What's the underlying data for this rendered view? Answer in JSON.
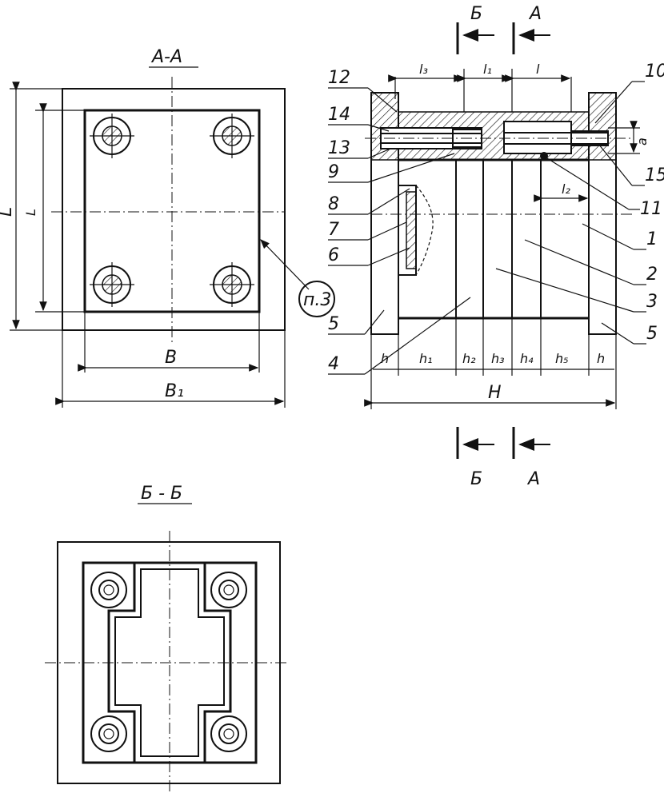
{
  "views": {
    "section_aa": {
      "title": "А-А",
      "dim_width_inner": "B",
      "dim_width_outer": "B₁",
      "dim_height_outer": "L",
      "dim_height_inner": "L",
      "note": "п.3"
    },
    "section_bb": {
      "title": "Б - Б"
    },
    "front": {
      "cut_top_left": "Б",
      "cut_top_right": "А",
      "cut_bottom_left": "Б",
      "cut_bottom_right": "А",
      "dim_l3": "l₃",
      "dim_l1": "l₁",
      "dim_l": "l",
      "dim_l2": "l₂",
      "dim_a": "a",
      "dim_h_left": "h",
      "dim_h1": "h₁",
      "dim_h2": "h₂",
      "dim_h3": "h₃",
      "dim_h4": "h₄",
      "dim_h5": "h₅",
      "dim_h_right": "h",
      "dim_H": "H",
      "callouts": {
        "c1": "1",
        "c2": "2",
        "c3": "3",
        "c4": "4",
        "c5a": "5",
        "c5b": "5",
        "c6": "6",
        "c7": "7",
        "c8": "8",
        "c9": "9",
        "c10": "10",
        "c11": "11",
        "c12": "12",
        "c13": "13",
        "c14": "14",
        "c15": "15"
      }
    }
  }
}
